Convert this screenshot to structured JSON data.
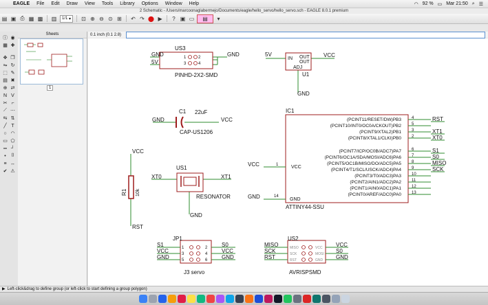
{
  "menubar": {
    "app": "EAGLE",
    "items": [
      "File",
      "Edit",
      "Draw",
      "View",
      "Tools",
      "Library",
      "Options",
      "Window",
      "Help"
    ],
    "battery": "92 %",
    "clock": "Mar 21:50"
  },
  "window_title": "2 Schematic - /Users/marcoonaglabermejo/Documents/eagle/hello_servo/hello_servo.sch - EAGLE 8.0.1 premium",
  "toolbar": {
    "sheet_select": "1/1",
    "grid": "0.1 inch (0.1 2.8)"
  },
  "sheets_panel": {
    "title": "Sheets",
    "sheet_number": "1"
  },
  "status": "Left-click&drag to define group (or left-click to start defining a group polygon)",
  "colors": {
    "part": "#9e1b1b",
    "net": "#2e8b2e",
    "text": "#111111",
    "selection": "#5a8fd0"
  },
  "schematic": {
    "us3": {
      "name": "US3",
      "value": "PINHD-2X2-SMD",
      "gnd_left": "GND",
      "v5": "5V",
      "gnd_right": "GND",
      "p1": "1",
      "p2": "2",
      "p3": "3",
      "p4": "4"
    },
    "u1": {
      "name": "U1",
      "v5": "5V",
      "vcc": "VCC",
      "in": "IN",
      "out1": "OUT",
      "out2": "OUT",
      "adj": "ADJ",
      "gnd": "GND"
    },
    "c1": {
      "name": "C1",
      "value": "22uF",
      "package": "CAP-US1206",
      "gnd": "GND",
      "vcc": "VCC"
    },
    "r1": {
      "name": "R1",
      "value": "10k",
      "vcc": "VCC",
      "rst": "RST"
    },
    "us1": {
      "name": "US1",
      "value": "RESONATOR",
      "xt0": "XT0",
      "xt1": "XT1",
      "gnd": "GND"
    },
    "ic1": {
      "name": "IC1",
      "value": "ATTINY44-SSU",
      "vcc_net": "VCC",
      "gnd_net": "GND",
      "vcc_pin": "1",
      "gnd_pin": "14",
      "vcc_label": "VCC",
      "gnd_label": "GND",
      "pins": [
        {
          "label": "(PCINT11/RESET/DW)PB3",
          "num": "4",
          "net": "RST"
        },
        {
          "label": "(PCINT10/INT0/OC0A/CKOUT)PB2",
          "num": "5",
          "net": ""
        },
        {
          "label": "(PCINT9/XTAL2)PB1",
          "num": "3",
          "net": "XT1"
        },
        {
          "label": "(PCINT8/XTAL1/CLKI)PB0",
          "num": "2",
          "net": "XT0"
        },
        {
          "label": "(PCINT7/ICP/OC0B/ADC7)PA7",
          "num": "6",
          "net": "S1"
        },
        {
          "label": "(PCINT6/OC1A/SDA/MOSI/ADC6)PA6",
          "num": "7",
          "net": "S0"
        },
        {
          "label": "(PCINT5/OC1B/MISO/DO/ADC5)PA5",
          "num": "8",
          "net": "MISO"
        },
        {
          "label": "(PCINT4/T1/SCL/USCK/ADC4)PA4",
          "num": "9",
          "net": "SCK"
        },
        {
          "label": "(PCINT3/T0/ADC3)PA3",
          "num": "10",
          "net": ""
        },
        {
          "label": "(PCINT2/AIN1/ADC2)PA2",
          "num": "11",
          "net": ""
        },
        {
          "label": "(PCINT1/AIN0/ADC1)PA1",
          "num": "12",
          "net": ""
        },
        {
          "label": "(PCINT0/AREF/ADC0)PA0",
          "num": "13",
          "net": ""
        }
      ]
    },
    "jp1": {
      "name": "JP1",
      "value": "J3 servo",
      "rows": [
        {
          "left": "S1",
          "right": "S0",
          "p1": "1",
          "p2": "2"
        },
        {
          "left": "VCC",
          "right": "VCC",
          "p1": "3",
          "p2": "4"
        },
        {
          "left": "GND",
          "right": "GND",
          "p1": "5",
          "p2": "6"
        }
      ]
    },
    "us2": {
      "name": "US2",
      "value": "AVRISPSMD",
      "rows": [
        {
          "left": "MISO",
          "right": "VCC",
          "pl": "MISO",
          "pr": "VCC"
        },
        {
          "left": "SCK",
          "right": "S0",
          "pl": "SCK",
          "pr": "MOSI"
        },
        {
          "left": "RST",
          "right": "GND",
          "pl": "RST",
          "pr": "GND"
        }
      ]
    }
  }
}
